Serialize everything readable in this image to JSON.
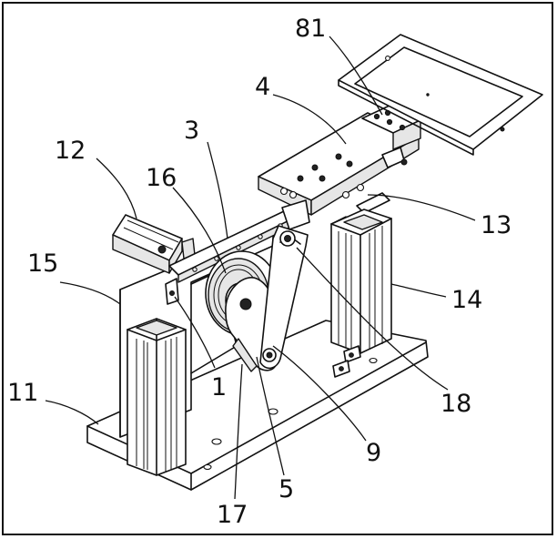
{
  "labels": {
    "l81": "81",
    "l4": "4",
    "l3": "3",
    "l12": "12",
    "l16": "16",
    "l15": "15",
    "l13": "13",
    "l14": "14",
    "l1": "1",
    "l11": "11",
    "l18": "18",
    "l9": "9",
    "l5": "5",
    "l17": "17"
  }
}
